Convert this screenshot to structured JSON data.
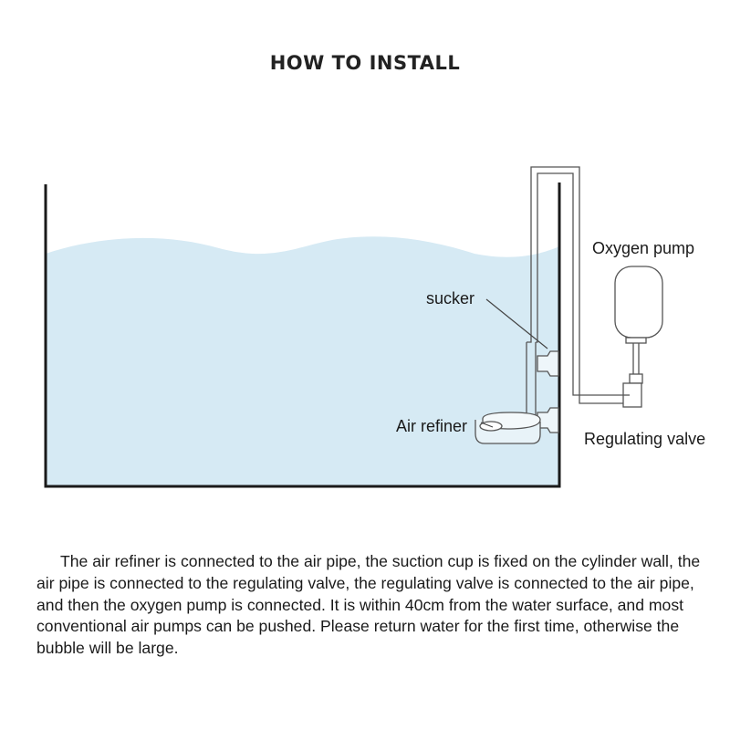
{
  "title": "HOW TO INSTALL",
  "labels": {
    "oxygen_pump": "Oxygen pump",
    "sucker": "sucker",
    "air_refiner": "Air refiner",
    "regulating_valve": "Regulating valve"
  },
  "description": "The air refiner is connected to the air pipe, the suction cup is fixed on the cylinder wall, the air pipe is connected to the regulating valve, the regulating valve is connected to the air pipe, and then the oxygen pump is connected. It is within 40cm from the water surface, and most conventional air pumps can be pushed. Please return water for the first time, otherwise the bubble will be large.",
  "colors": {
    "water": "#d6eaf4",
    "tank_wall": "#1a1a1a",
    "pipe": "#555555"
  }
}
